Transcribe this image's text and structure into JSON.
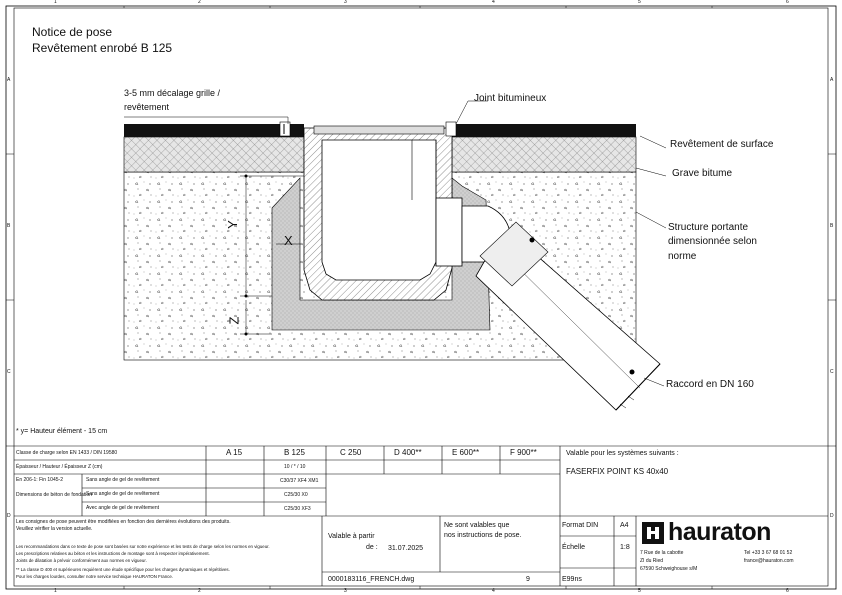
{
  "frame": {
    "col_numbers": [
      "1",
      "2",
      "3",
      "4",
      "5",
      "6"
    ],
    "row_letters": [
      "A",
      "B",
      "C",
      "D"
    ]
  },
  "title": {
    "line1": "Notice de pose",
    "line2": "Revêtement enrobé B 125"
  },
  "callouts": {
    "offset_line1": "3-5 mm décalage grille /",
    "offset_line2": "revêtement",
    "joint": "Joint bitumineux",
    "surface": "Revêtement de surface",
    "grave": "Grave bitume",
    "structure_line1": "Structure portante",
    "structure_line2": "dimensionnée selon",
    "structure_line3": "norme",
    "raccord": "Raccord en DN 160",
    "dim_y": "Y",
    "dim_x": "X",
    "dim_z": "Z",
    "footnote": "* y= Hauteur élément - 15 cm"
  },
  "table": {
    "header_label": "Classe de charge selon EN 1433 / DIN 19580",
    "classes": [
      "A 15",
      "B 125",
      "C 250",
      "D 400**",
      "E 600**",
      "F 900**"
    ],
    "row1_label": "Épaisseur / Hauteur / Épaisseur Z (cm)",
    "row1_value": "10 / * / 10",
    "norm_label": "En 206-1: Fin 1045-2",
    "dims_label": "Dimensions de béton de fondation",
    "sub_rows": [
      {
        "label": "Sans angle de gel de revêtement",
        "value": "C30/37 XF4 XM1"
      },
      {
        "label": "Sans angle de gel de revêtement",
        "value": "C25/30 X0"
      },
      {
        "label": "Avec angle de gel de revêtement",
        "value": "C25/30 XF3"
      }
    ],
    "valid_label": "Valable pour les systèmes suivants :",
    "system": "FASERFIX POINT KS 40x40"
  },
  "footer": {
    "note_lines": [
      "Les consignes de pose peuvent être modifiées en fonction des dernières évolutions des produits.",
      "Veuillez vérifier la version actuelle.",
      "Les recommandations dans ce texte de pose sont basées sur notre expérience et les tests de charge selon les normes en vigueur.",
      "Les prescriptions relatives au béton et les instructions de montage sont à respecter impérativement.",
      "Joints de dilatation à prévoir conformément aux normes en vigueur.",
      "** La classe D 400 et supérieures requièrent une étude spécifique pour les charges dynamiques et répétitives.",
      "Pour les charges lourdes, consulter notre service technique HAURATON France."
    ],
    "valid_from_label": "Valable à partir",
    "valid_from_de": "de :",
    "valid_date": "31.07.2025",
    "not_valid_line1": "Ne sont valables que",
    "not_valid_line2": "nos instructions de pose.",
    "doc_number": "0000183116_FRENCH.dwg",
    "revision": "9",
    "format_label": "Format DIN",
    "format_value": "A4",
    "scale_label": "Échelle",
    "scale_value": "1:8",
    "code": "E99ns",
    "company": "hauraton",
    "address_line1": "7 Rue de la cabotte",
    "address_line2": "ZI du Ried",
    "address_line3": "67590 Schweighouse s/M",
    "phone": "Tel +33 3 67 68 01 52",
    "email": "france@hauraton.com"
  }
}
